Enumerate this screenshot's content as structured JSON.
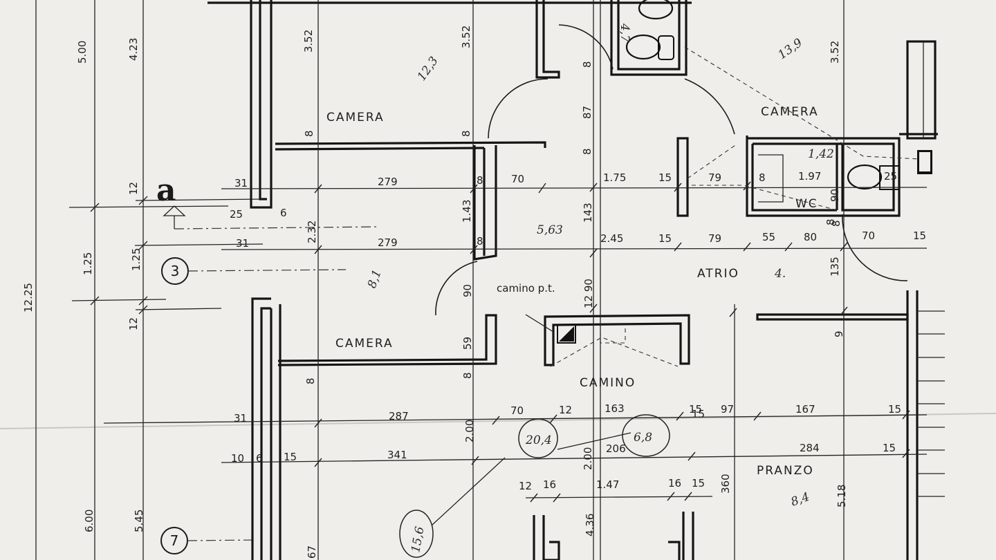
{
  "rooms": {
    "camera_top": "CAMERA",
    "camera_right": "CAMERA",
    "camera_mid": "CAMERA",
    "wc": "WC",
    "atrio": "ATRIO",
    "camino": "CAMINO",
    "camino_pt": "camino p.t.",
    "pranzo": "PRANZO"
  },
  "section_marker": {
    "letter": "a"
  },
  "axes": {
    "axis_3": "3",
    "axis_7": "7"
  },
  "left_dims": [
    "5.00",
    "4.23",
    "12",
    "1.25",
    "1.25",
    "12.25",
    "12",
    "6.00",
    "5.45"
  ],
  "handwritten": [
    "12,3",
    "13,9",
    "8,1",
    "4,7",
    "1,42",
    "4.",
    "5,63",
    "20,4",
    "6,8",
    "15,6",
    "8,4"
  ],
  "dims": {
    "d1": "3.52",
    "d2": "3.52",
    "d3": "3.52",
    "d4": "8",
    "d5": "8",
    "d6": "8",
    "d7": "87",
    "d8": "8",
    "d9": "31",
    "d10": "279",
    "d11": "8",
    "d12": "70",
    "d13": "1.75",
    "d14": "15",
    "d15": "79",
    "d16": "8",
    "d17": "1.97",
    "d18": "25",
    "d19": "90",
    "d20": "8",
    "d21": "25",
    "d22": "6",
    "d23": "2.32",
    "d24": "1.43",
    "d25": "143",
    "d26": "31",
    "d27": "279",
    "d28": "8",
    "d29": "2.45",
    "d30": "15",
    "d31": "79",
    "d32": "55",
    "d33": "80",
    "d34": "70",
    "d35": "15",
    "d36": "135",
    "d37": "90",
    "d38": "12 90",
    "d39": "59",
    "d40": "8",
    "d41": "9",
    "d42": "8",
    "d43": "31",
    "d44": "287",
    "d45": "70",
    "d46": "12",
    "d47": "163",
    "d48": "15",
    "d49": "97",
    "d50": "167",
    "d51": "15",
    "d52": "10",
    "d53": "6",
    "d54": "15",
    "d55": "341",
    "d56": "2.00",
    "d57": "2.00",
    "d58": "206",
    "d59": "284",
    "d60": "15",
    "d61": "12",
    "d62": "16",
    "d63": "1.47",
    "d64": "16",
    "d65": "15",
    "d66": "360",
    "d67": "5.18",
    "d68": "4.36",
    "d69": "67",
    "d70": "8",
    "d71": "15"
  }
}
